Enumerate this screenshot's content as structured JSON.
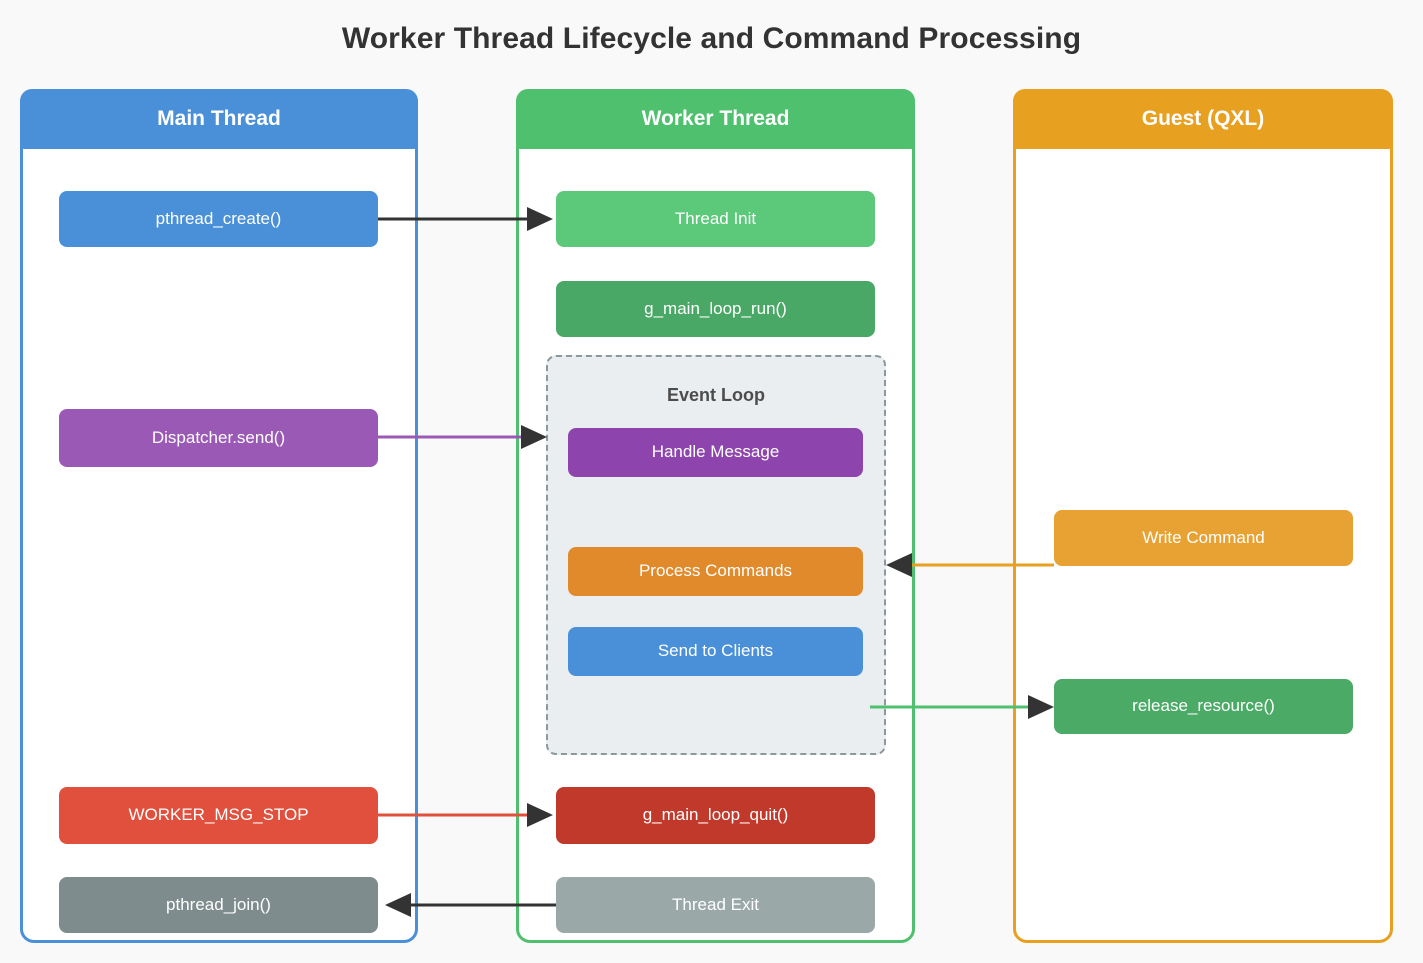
{
  "title": "Worker Thread Lifecycle and Command Processing",
  "theme": {
    "page_background": "#f9f9f9",
    "title_color": "#333333",
    "arrow_head_color": "#333333",
    "subgroup_background": "#eaeef0",
    "subgroup_border": "#8a9a9a"
  },
  "lanes": [
    {
      "id": "main-thread",
      "title": "Main Thread",
      "color": "#4a90d9",
      "nodes": [
        {
          "id": "pthread-create",
          "label": "pthread_create()",
          "color": "#4a90d9"
        },
        {
          "id": "dispatcher-send",
          "label": "Dispatcher.send()",
          "color": "#9b59b6"
        },
        {
          "id": "worker-msg-stop",
          "label": "WORKER_MSG_STOP",
          "color": "#e0503c"
        },
        {
          "id": "pthread-join",
          "label": "pthread_join()",
          "color": "#7f8c8d"
        }
      ]
    },
    {
      "id": "worker-thread",
      "title": "Worker Thread",
      "color": "#4ec06e",
      "nodes": [
        {
          "id": "thread-init",
          "label": "Thread Init",
          "color": "#5cc97a"
        },
        {
          "id": "g-main-loop-run",
          "label": "g_main_loop_run()",
          "color": "#4aa866"
        },
        {
          "id": "g-main-loop-quit",
          "label": "g_main_loop_quit()",
          "color": "#c0392b"
        },
        {
          "id": "thread-exit",
          "label": "Thread Exit",
          "color": "#9aa8a8"
        }
      ],
      "subgroup": {
        "id": "event-loop",
        "title": "Event Loop",
        "nodes": [
          {
            "id": "handle-message",
            "label": "Handle Message",
            "color": "#8e44ad"
          },
          {
            "id": "process-commands",
            "label": "Process Commands",
            "color": "#e08a2b"
          },
          {
            "id": "send-to-clients",
            "label": "Send to Clients",
            "color": "#4a90d9"
          }
        ]
      }
    },
    {
      "id": "guest-qxl",
      "title": "Guest (QXL)",
      "color": "#e8a021",
      "nodes": [
        {
          "id": "write-command",
          "label": "Write Command",
          "color": "#e8a233"
        },
        {
          "id": "release-resource",
          "label": "release_resource()",
          "color": "#4aaa66"
        }
      ]
    }
  ],
  "edges": [
    {
      "id": "edge-create",
      "from": "pthread-create",
      "to": "thread-init",
      "color": "#333333",
      "direction": "right"
    },
    {
      "id": "edge-dispatch",
      "from": "dispatcher-send",
      "to": "handle-message",
      "color": "#9b59b6",
      "direction": "right"
    },
    {
      "id": "edge-write",
      "from": "write-command",
      "to": "process-commands",
      "color": "#e8a021",
      "direction": "left"
    },
    {
      "id": "edge-release",
      "from": "send-to-clients",
      "to": "release-resource",
      "color": "#4ec06e",
      "direction": "right"
    },
    {
      "id": "edge-stop",
      "from": "worker-msg-stop",
      "to": "g-main-loop-quit",
      "color": "#e0503c",
      "direction": "right"
    },
    {
      "id": "edge-join",
      "from": "thread-exit",
      "to": "pthread-join",
      "color": "#333333",
      "direction": "left"
    }
  ]
}
